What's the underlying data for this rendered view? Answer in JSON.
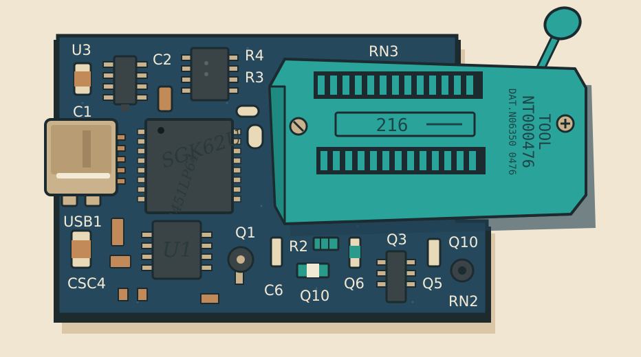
{
  "board": {
    "colors": {
      "background": "#f1e6d2",
      "pcb": "#26485c",
      "pcb_edge": "#1f2a2c",
      "socket": "#2aa49a",
      "socket_dark": "#1c7c74",
      "chip": "#3a4446",
      "silkscreen": "#f3ead6",
      "usb_metal": "#c9b28c"
    },
    "labels": {
      "u3": "U3",
      "c2": "C2",
      "r4": "R4",
      "r3": "R3",
      "rn3": "RN3",
      "c1": "C1",
      "usb1": "USB1",
      "csc4": "CSC4",
      "q1": "Q1",
      "r2": "R2",
      "q3": "Q3",
      "q10_top": "Q10",
      "c6": "C6",
      "q10_bottom": "Q10",
      "q6": "Q6",
      "q5": "Q5",
      "rn2": "RN2"
    },
    "main_chip": {
      "line1": "SGK62U",
      "line2": "'451LP64"
    },
    "u1_chip": {
      "label": "U1"
    },
    "zif_socket": {
      "center_label": "216",
      "side_line1": "TOOL",
      "side_line2": "NT000476",
      "side_line3": "DAT.N06350 0476"
    }
  }
}
